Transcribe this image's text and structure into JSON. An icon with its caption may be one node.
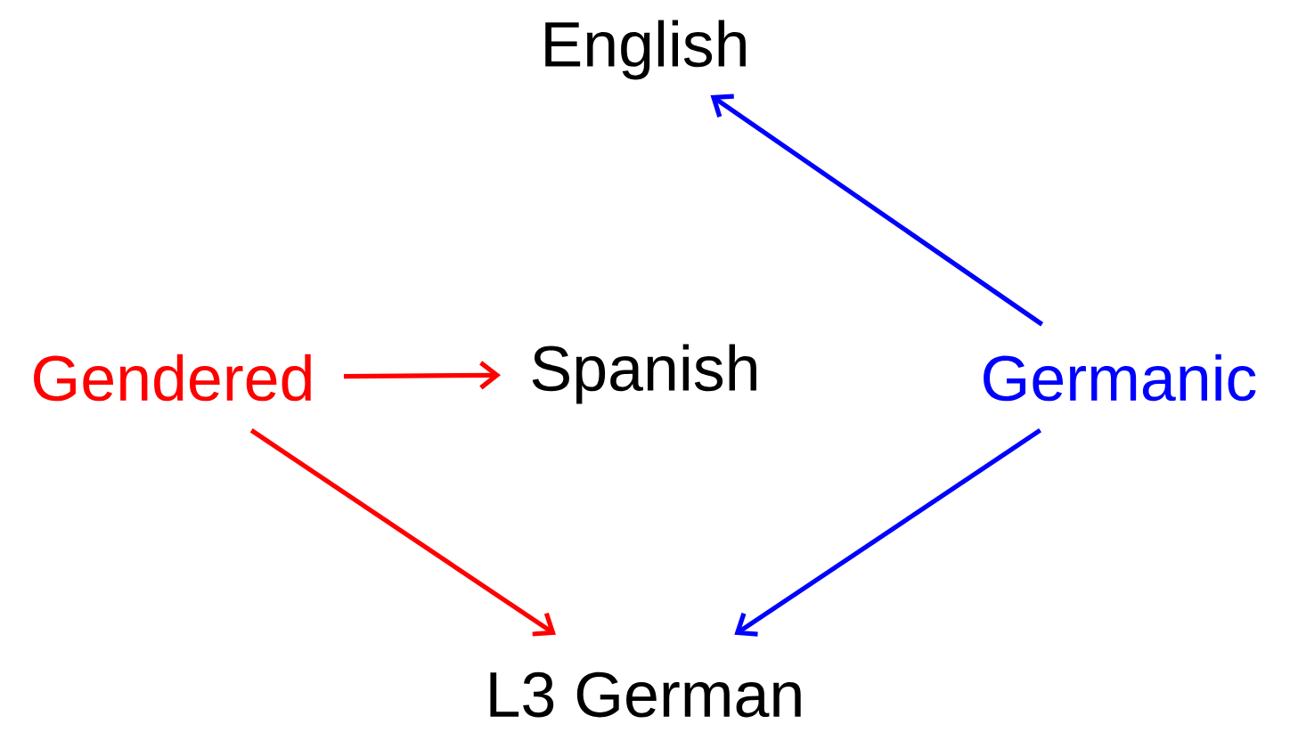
{
  "diagram": {
    "nodes": [
      {
        "text": [
          "English"
        ]
      },
      {
        "text": [
          "Gendered"
        ]
      },
      {
        "text": [
          "Spanish"
        ]
      },
      {
        "text": [
          "Germanic"
        ]
      },
      {
        "text": [
          "L3 German"
        ]
      }
    ],
    "edges": [
      {
        "from": 3,
        "to": 0,
        "arrow": "to",
        "color": "#0000ff"
      },
      {
        "from": 1,
        "to": 2,
        "arrow": "to",
        "color": "#ff0000"
      },
      {
        "from": 1,
        "to": 4,
        "arrow": "to",
        "color": "#ff0000"
      },
      {
        "from": 3,
        "to": 4,
        "arrow": "to",
        "color": "#0000ff"
      }
    ]
  }
}
